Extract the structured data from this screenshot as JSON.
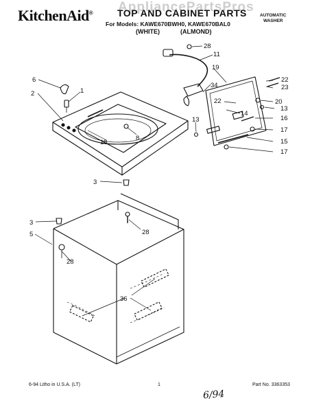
{
  "header": {
    "brand": "KitchenAid",
    "brand_mark": "®",
    "watermark": "AppliancePartsPros",
    "title": "TOP AND CABINET PARTS",
    "models": "For Models: KAWE670BWH0, KAWE670BAL0",
    "variant_1": "(WHITE)",
    "variant_2": "(ALMOND)",
    "product_line1": "AUTOMATIC",
    "product_line2": "WASHER"
  },
  "callouts": [
    "28",
    "11",
    "19",
    "22",
    "23",
    "34",
    "6",
    "1",
    "2",
    "22",
    "20",
    "13",
    "16",
    "14",
    "17",
    "13",
    "15",
    "17",
    "18",
    "8",
    "3",
    "28",
    "3",
    "5",
    "28",
    "36"
  ],
  "footer": {
    "left": "6-94 Litho in U.S.A. (LT)",
    "page": "1",
    "part_no": "Part No. 3363353"
  },
  "handwritten": "6/94"
}
